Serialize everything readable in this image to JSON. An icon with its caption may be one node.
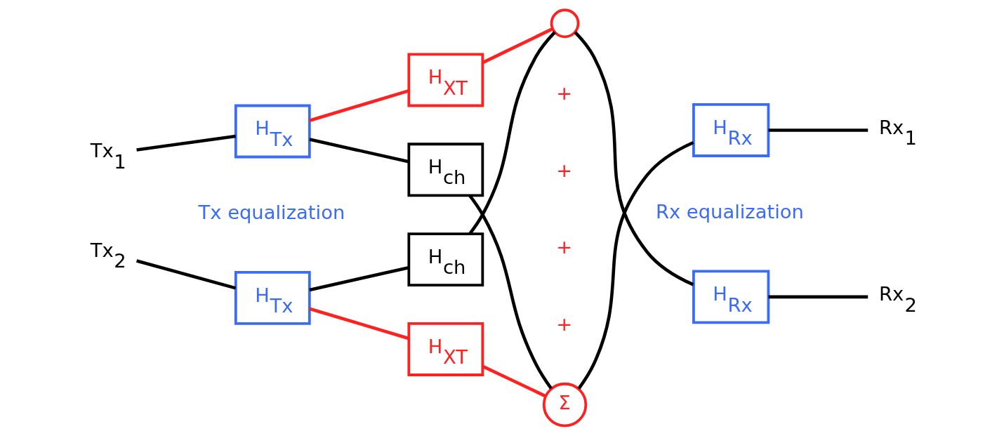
{
  "diagram": {
    "nodes": [
      {
        "text": [
          "Tx$_{1}$"
        ]
      },
      {
        "text": [
          "H$_{Tx}$"
        ]
      },
      {
        "text": [
          "H$_{XT}$"
        ]
      },
      {
        "text": [
          "H$_{ch}$"
        ]
      },
      {
        "text": [
          "Σ"
        ]
      },
      {
        "text": [
          "H$_{Rx}$"
        ]
      },
      {
        "text": [
          "Rx$_{1}$"
        ]
      },
      {
        "text": [
          "Tx$_{2}$"
        ]
      },
      {
        "text": [
          "H$_{Tx}$"
        ]
      },
      {
        "text": [
          "H$_{XT}$"
        ]
      },
      {
        "text": [
          "H$_{ch}$"
        ]
      },
      {
        "text": [],
        "shape": "circle"
      },
      {
        "text": [
          "H$_{Rx}$"
        ]
      },
      {
        "text": [
          "Rx$_{2}$"
        ]
      }
    ],
    "edges": [
      {
        "from": 0,
        "to": 1,
        "arrow": "none"
      },
      {
        "from": 1,
        "to": 3,
        "arrow": "none"
      },
      {
        "from": 1,
        "to": 2,
        "arrow": "none",
        "color": "#ff2020"
      },
      {
        "from": 3,
        "to": 4,
        "arrow": "none"
      },
      {
        "from": 4,
        "to": 5,
        "arrow": "none"
      },
      {
        "from": 5,
        "to": 6,
        "arrow": "none"
      },
      {
        "from": 2,
        "to": 11,
        "arrow": "none",
        "color": "#ff2020"
      },
      {
        "from": 7,
        "to": 8,
        "arrow": "none"
      },
      {
        "from": 8,
        "to": 10,
        "arrow": "none"
      },
      {
        "from": 8,
        "to": 9,
        "arrow": "none",
        "color": "#ff2020"
      },
      {
        "from": 9,
        "to": 4,
        "arrow": "none",
        "color": "#ff2020"
      },
      {
        "from": 10,
        "to": 11,
        "arrow": "none"
      },
      {
        "from": 11,
        "to": 12,
        "arrow": "none"
      },
      {
        "from": 12,
        "to": 13,
        "arrow": "none"
      }
    ],
    "labels": [
      "+",
      "+",
      "Rx equalization",
      "Tx equalization",
      "+",
      "+"
    ]
  }
}
